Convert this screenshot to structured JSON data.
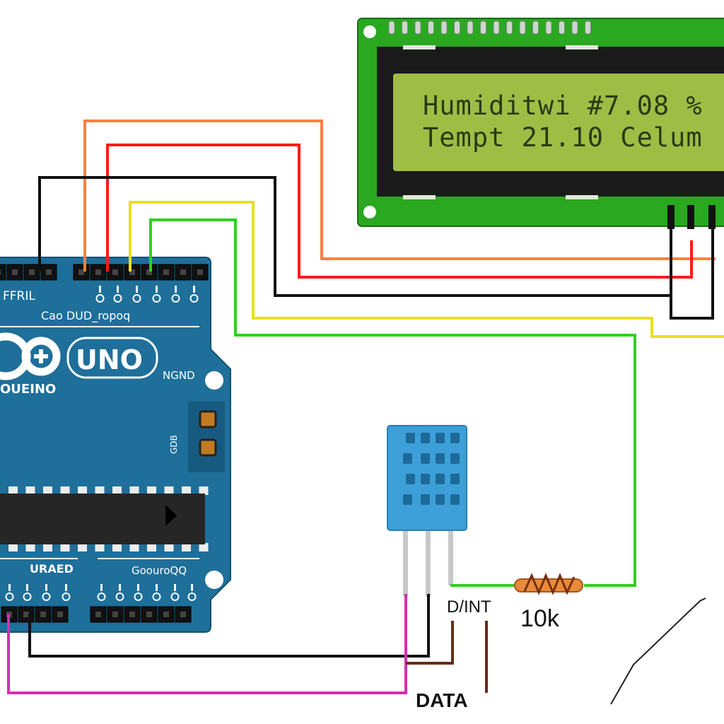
{
  "lcd": {
    "line1": "Humiditwi  #7.08 %",
    "line2": "Tempt 21.10 Celum"
  },
  "arduino": {
    "logo_text": "UNO",
    "brand_text": "OUEINO",
    "top_label_left": "FFRIL",
    "top_label_mid": "Cao DUD_ropoq",
    "gnd_label": "NGND",
    "side_label": "GDB",
    "bottom_label_left": "URAED",
    "bottom_label_right": "GoouroQQ"
  },
  "labels": {
    "dint": "D/INT",
    "resistor": "10k",
    "data": "DATA"
  },
  "colors": {
    "board": "#1e6f9a",
    "lcd_pcb": "#29a820",
    "lcd_screen": "#9fbd45",
    "sensor": "#3d9fd8",
    "wire_orange": "#ff7f3f",
    "wire_red": "#ff1a1a",
    "wire_black": "#111111",
    "wire_yellow": "#e8e020",
    "wire_green": "#30d020",
    "wire_magenta": "#d42fb0",
    "wire_brown": "#6a2a1a"
  }
}
